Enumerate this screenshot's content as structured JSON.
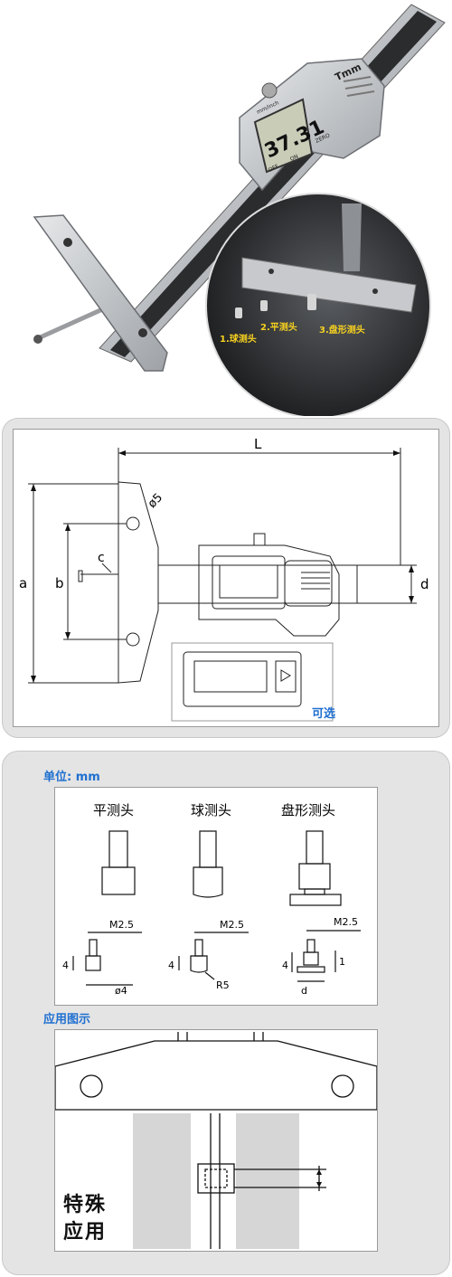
{
  "photo": {
    "brand": "Tmm",
    "display_value": "37.31",
    "buttons": {
      "inch": "mm/inch",
      "off": "OFF",
      "on": "ON",
      "zero": "ZERO"
    },
    "callouts": [
      "1.球测头",
      "2.平测头",
      "3.盘形测头"
    ]
  },
  "dimension_drawing": {
    "labels": {
      "L": "L",
      "a": "a",
      "b": "b",
      "c": "c",
      "d": "d",
      "hole": "ø5"
    },
    "optional_label": "可选"
  },
  "probes": {
    "unit_label": "单位: mm",
    "heads": [
      {
        "title": "平测头",
        "thread": "M2.5",
        "height": "4",
        "dia": "ø4"
      },
      {
        "title": "球测头",
        "thread": "M2.5",
        "height": "4",
        "radius": "R5"
      },
      {
        "title": "盘形测头",
        "thread": "M2.5",
        "height": "4",
        "thickness": "1",
        "dia": "d"
      }
    ]
  },
  "application": {
    "section_label": "应用图示",
    "special_text": "特殊应用"
  }
}
